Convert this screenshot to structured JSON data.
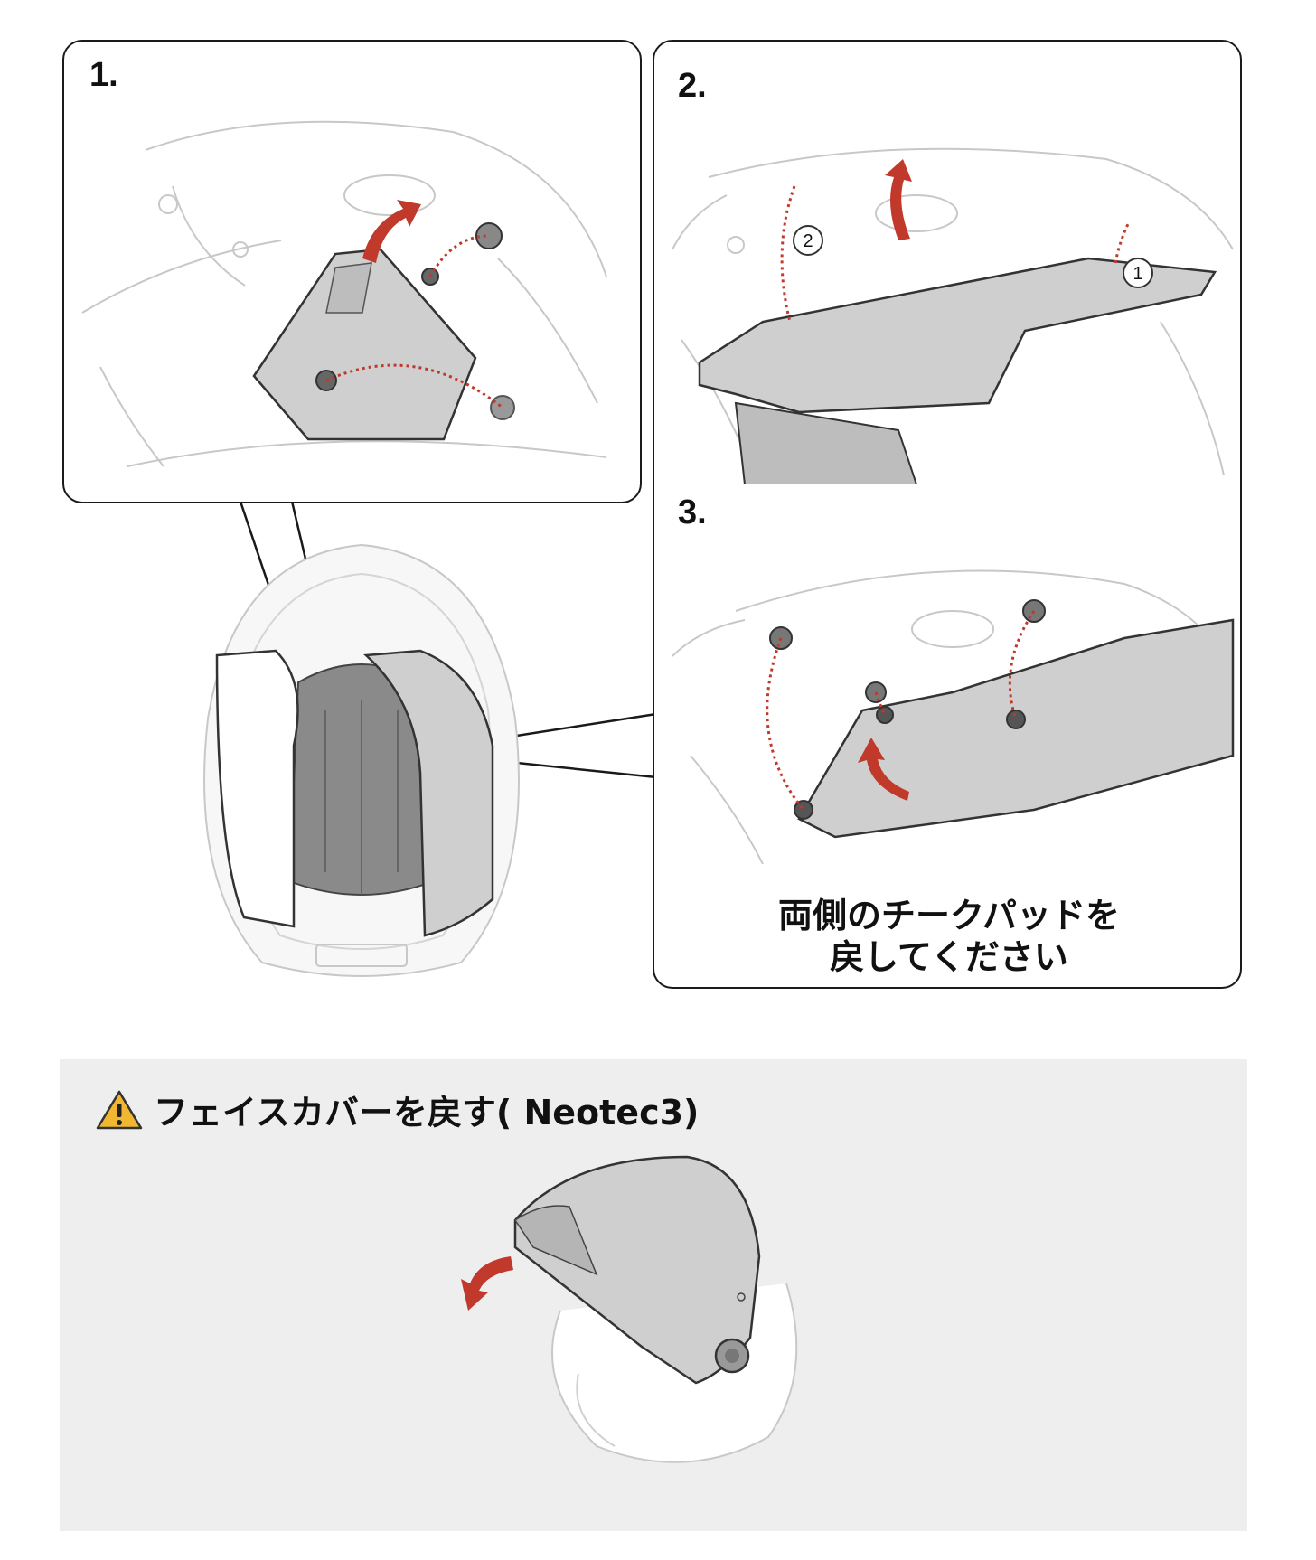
{
  "steps": [
    {
      "number": "1."
    },
    {
      "number": "2."
    },
    {
      "number": "3.",
      "caption_lines": [
        "両側のチークパッドを",
        "戻してください"
      ]
    }
  ],
  "callouts": {
    "detail_1": "1",
    "detail_2": "2"
  },
  "note": {
    "title": "フェイスカバーを戻す( Neotec3)",
    "icon": "warning-icon"
  },
  "colors": {
    "panel_border": "#1a1a1a",
    "pad_fill": "#cfcfcf",
    "arrow_red": "#c0392b",
    "note_bg": "#eeeeee",
    "warning_yellow": "#f2b731"
  }
}
